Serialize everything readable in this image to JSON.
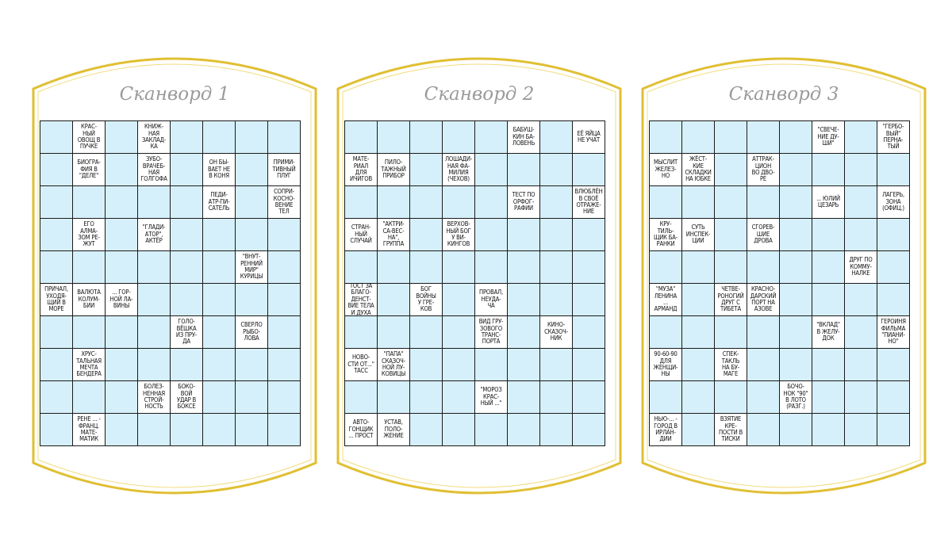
{
  "colors": {
    "frame": "#e0bf33",
    "cell": "#d6f0fb",
    "clue_cell": "#ffffff"
  },
  "puzzles": [
    {
      "title": "Сканворд 1",
      "clues": [
        {
          "r": 0,
          "c": 1,
          "text": "КРАС-\nНЫЙ\nОВОЩ В\nПУЧКЕ"
        },
        {
          "r": 0,
          "c": 3,
          "text": "КНИЖ-\nНАЯ\nЗАКЛАД-\nКА"
        },
        {
          "r": 1,
          "c": 1,
          "text": "БИОГРА-\nФИЯ В\n\"ДЕЛЕ\""
        },
        {
          "r": 1,
          "c": 3,
          "text": "ЗУБО-\nВРАЧЕБ-\nНАЯ\nГОЛГОФА"
        },
        {
          "r": 1,
          "c": 5,
          "text": "ОН БЫ-\nВАЕТ НЕ\nВ КОНЯ"
        },
        {
          "r": 1,
          "c": 7,
          "text": "ПРИМИ-\nТИВНЫЙ\nПЛУГ"
        },
        {
          "r": 2,
          "c": 5,
          "text": "ПЕДИ-\nАТР-ПИ-\nСАТЕЛЬ"
        },
        {
          "r": 2,
          "c": 7,
          "text": "СОПРИ-\nКОСНО-\nВЕНИЕ\nТЕЛ"
        },
        {
          "r": 3,
          "c": 1,
          "text": "ЕГО\nАЛМА-\nЗОМ РЕ-\nЖУТ"
        },
        {
          "r": 3,
          "c": 3,
          "text": "\"ГЛАДИ-\nАТОР\",\nАКТЁР"
        },
        {
          "r": 4,
          "c": 6,
          "text": "\"ВНУТ-\nРЕННИЙ\nМИР\"\nКУРИЦЫ"
        },
        {
          "r": 5,
          "c": 0,
          "text": "ПРИЧАЛ,\nУХОДЯ-\nЩИЙ В\nМОРЕ"
        },
        {
          "r": 5,
          "c": 1,
          "text": "ВАЛЮТА\nКОЛУМ-\nБИИ"
        },
        {
          "r": 5,
          "c": 2,
          "text": "... ГОР-\nНОЙ ЛА-\nВИНЫ"
        },
        {
          "r": 6,
          "c": 4,
          "text": "ГОЛО-\nВЁШКА\nИЗ ПРУ-\nДА"
        },
        {
          "r": 6,
          "c": 6,
          "text": "СВЕРЛО\nРЫБО-\nЛОВА"
        },
        {
          "r": 7,
          "c": 1,
          "text": "ХРУС-\nТАЛЬНАЯ\nМЕЧТА\nБЕНДЕРА"
        },
        {
          "r": 8,
          "c": 3,
          "text": "БОЛЕЗ-\nНЕННАЯ\nСТРОЙ-\nНОСТЬ"
        },
        {
          "r": 8,
          "c": 4,
          "text": "БОКО-\nВОЙ\nУДАР В\nБОКСЕ"
        },
        {
          "r": 9,
          "c": 1,
          "text": "РЕНЕ ... -\nФРАНЦ.\nМАТЕ-\nМАТИК"
        }
      ]
    },
    {
      "title": "Сканворд 2",
      "clues": [
        {
          "r": 0,
          "c": 5,
          "text": "БАБУШ-\nКИН БА-\nЛОВЕНЬ"
        },
        {
          "r": 0,
          "c": 7,
          "text": "ЕЁ ЯЙЦА\nНЕ УЧАТ"
        },
        {
          "r": 1,
          "c": 0,
          "text": "МАТЕ-\nРИАЛ\nДЛЯ\nИЧИГОВ"
        },
        {
          "r": 1,
          "c": 1,
          "text": "ПИЛО-\nТАЖНЫЙ\nПРИБОР"
        },
        {
          "r": 1,
          "c": 3,
          "text": "ЛОШАДИ-\nНАЯ ФА-\nМИЛИЯ\n(ЧЕХОВ)"
        },
        {
          "r": 2,
          "c": 5,
          "text": "ТЕСТ ПО\nОРФОГ-\nРАФИИ"
        },
        {
          "r": 2,
          "c": 7,
          "text": "ВЛЮБЛЁН\nВ СВОЁ\nОТРАЖЕ-\nНИЕ"
        },
        {
          "r": 3,
          "c": 0,
          "text": "СТРАН-\nНЫЙ\nСЛУЧАЙ"
        },
        {
          "r": 3,
          "c": 1,
          "text": "\"АКТРИ-\nСА-ВЕС-\nНА\",\nГРУППА"
        },
        {
          "r": 3,
          "c": 3,
          "text": "ВЕРХОВ-\nНЫЙ БОГ\nУ ВИ-\nКИНГОВ"
        },
        {
          "r": 5,
          "c": 0,
          "text": "ТОСТ ЗА\nБЛАГО-\nДЕНСТ-\nВИЕ ТЕЛА\nИ ДУХА"
        },
        {
          "r": 5,
          "c": 2,
          "text": "БОГ\nВОЙНЫ\nУ ГРЕ-\nКОВ"
        },
        {
          "r": 5,
          "c": 4,
          "text": "ПРОВАЛ,\nНЕУДА-\nЧА"
        },
        {
          "r": 6,
          "c": 4,
          "text": "ВИД ГРУ-\nЗОВОГО\nТРАНС-\nПОРТА"
        },
        {
          "r": 6,
          "c": 6,
          "text": "КИНО-\nСКАЗОЧ-\nНИК"
        },
        {
          "r": 7,
          "c": 0,
          "text": "НОВО-\nСТИ ОТ...\"\nТАСС"
        },
        {
          "r": 7,
          "c": 1,
          "text": "\"ПАПА\"\nСКАЗОЧ-\nНОЙ ЛУ-\nКОВИЦЫ"
        },
        {
          "r": 8,
          "c": 4,
          "text": "\"МОРОЗ\nКРАС-\nНЫЙ ...\""
        },
        {
          "r": 9,
          "c": 0,
          "text": "АВТО-\nГОНЩИК\n... ПРОСТ"
        },
        {
          "r": 9,
          "c": 1,
          "text": "УСТАВ,\nПОЛО-\nЖЕНИЕ"
        }
      ]
    },
    {
      "title": "Сканворд 3",
      "clues": [
        {
          "r": 0,
          "c": 5,
          "text": "\"СВЕЧЕ-\nНИЕ ДУ-\nШИ\""
        },
        {
          "r": 0,
          "c": 7,
          "text": "\"ГЕРБО-\nВЫЙ\"\nПЕРНА-\nТЫЙ"
        },
        {
          "r": 1,
          "c": 0,
          "text": "МЫСЛИТ\nЖЕЛЕЗ-\nНО"
        },
        {
          "r": 1,
          "c": 1,
          "text": "ЖЁСТ-\nКИЕ\nСКЛАДКИ\nНА ЮБКЕ"
        },
        {
          "r": 1,
          "c": 3,
          "text": "АТТРАК-\nЦИОН\nВО ДВО-\nРЕ"
        },
        {
          "r": 2,
          "c": 5,
          "text": "... ЮЛИЙ\nЦЕЗАРЬ"
        },
        {
          "r": 2,
          "c": 7,
          "text": "ЛАГЕРЬ,\nЗОНА\n(ОФИЦ.)"
        },
        {
          "r": 3,
          "c": 0,
          "text": "КРУ-\nТИЛЬ-\nЩИК БА-\nРАНКИ"
        },
        {
          "r": 3,
          "c": 1,
          "text": "СУТЬ\nИНСПЕК-\nЦИИ"
        },
        {
          "r": 3,
          "c": 3,
          "text": "СГОРЕВ-\nШИЕ\nДРОВА"
        },
        {
          "r": 4,
          "c": 6,
          "text": "ДРУГ ПО\nКОММУ-\nНАЛКЕ"
        },
        {
          "r": 5,
          "c": 0,
          "text": "\"МУЗА\"\nЛЕНИНА\n...\nАРМАНД"
        },
        {
          "r": 5,
          "c": 2,
          "text": "ЧЕТВЕ-\nРОНОГИЙ\nДРУГ С\nТИБЕТА"
        },
        {
          "r": 5,
          "c": 3,
          "text": "КРАСНО-\nДАРСКИЙ\nПОРТ НА\nАЗОВЕ"
        },
        {
          "r": 6,
          "c": 5,
          "text": "\"ВКЛАД\"\nВ ЖЕЛУ-\nДОК"
        },
        {
          "r": 6,
          "c": 7,
          "text": "ГЕРОИНЯ\nФИЛЬМА\n\"ПИАНИ-\nНО\""
        },
        {
          "r": 7,
          "c": 0,
          "text": "90-60-90\nДЛЯ\nЖЕНЩИ-\nНЫ"
        },
        {
          "r": 7,
          "c": 2,
          "text": "СПЕК-\nТАКЛЬ\nНА БУ-\nМАГЕ"
        },
        {
          "r": 8,
          "c": 4,
          "text": "БОЧО-\nНОК \"90\"\nВ ЛОТО\n(РАЗГ.)"
        },
        {
          "r": 9,
          "c": 0,
          "text": "НЬЮ-... -\nГОРОД В\nИРЛАН-\nДИИ"
        },
        {
          "r": 9,
          "c": 2,
          "text": "ВЗЯТИЕ\nКРЕ-\nПОСТИ В\nТИСКИ"
        }
      ]
    }
  ]
}
